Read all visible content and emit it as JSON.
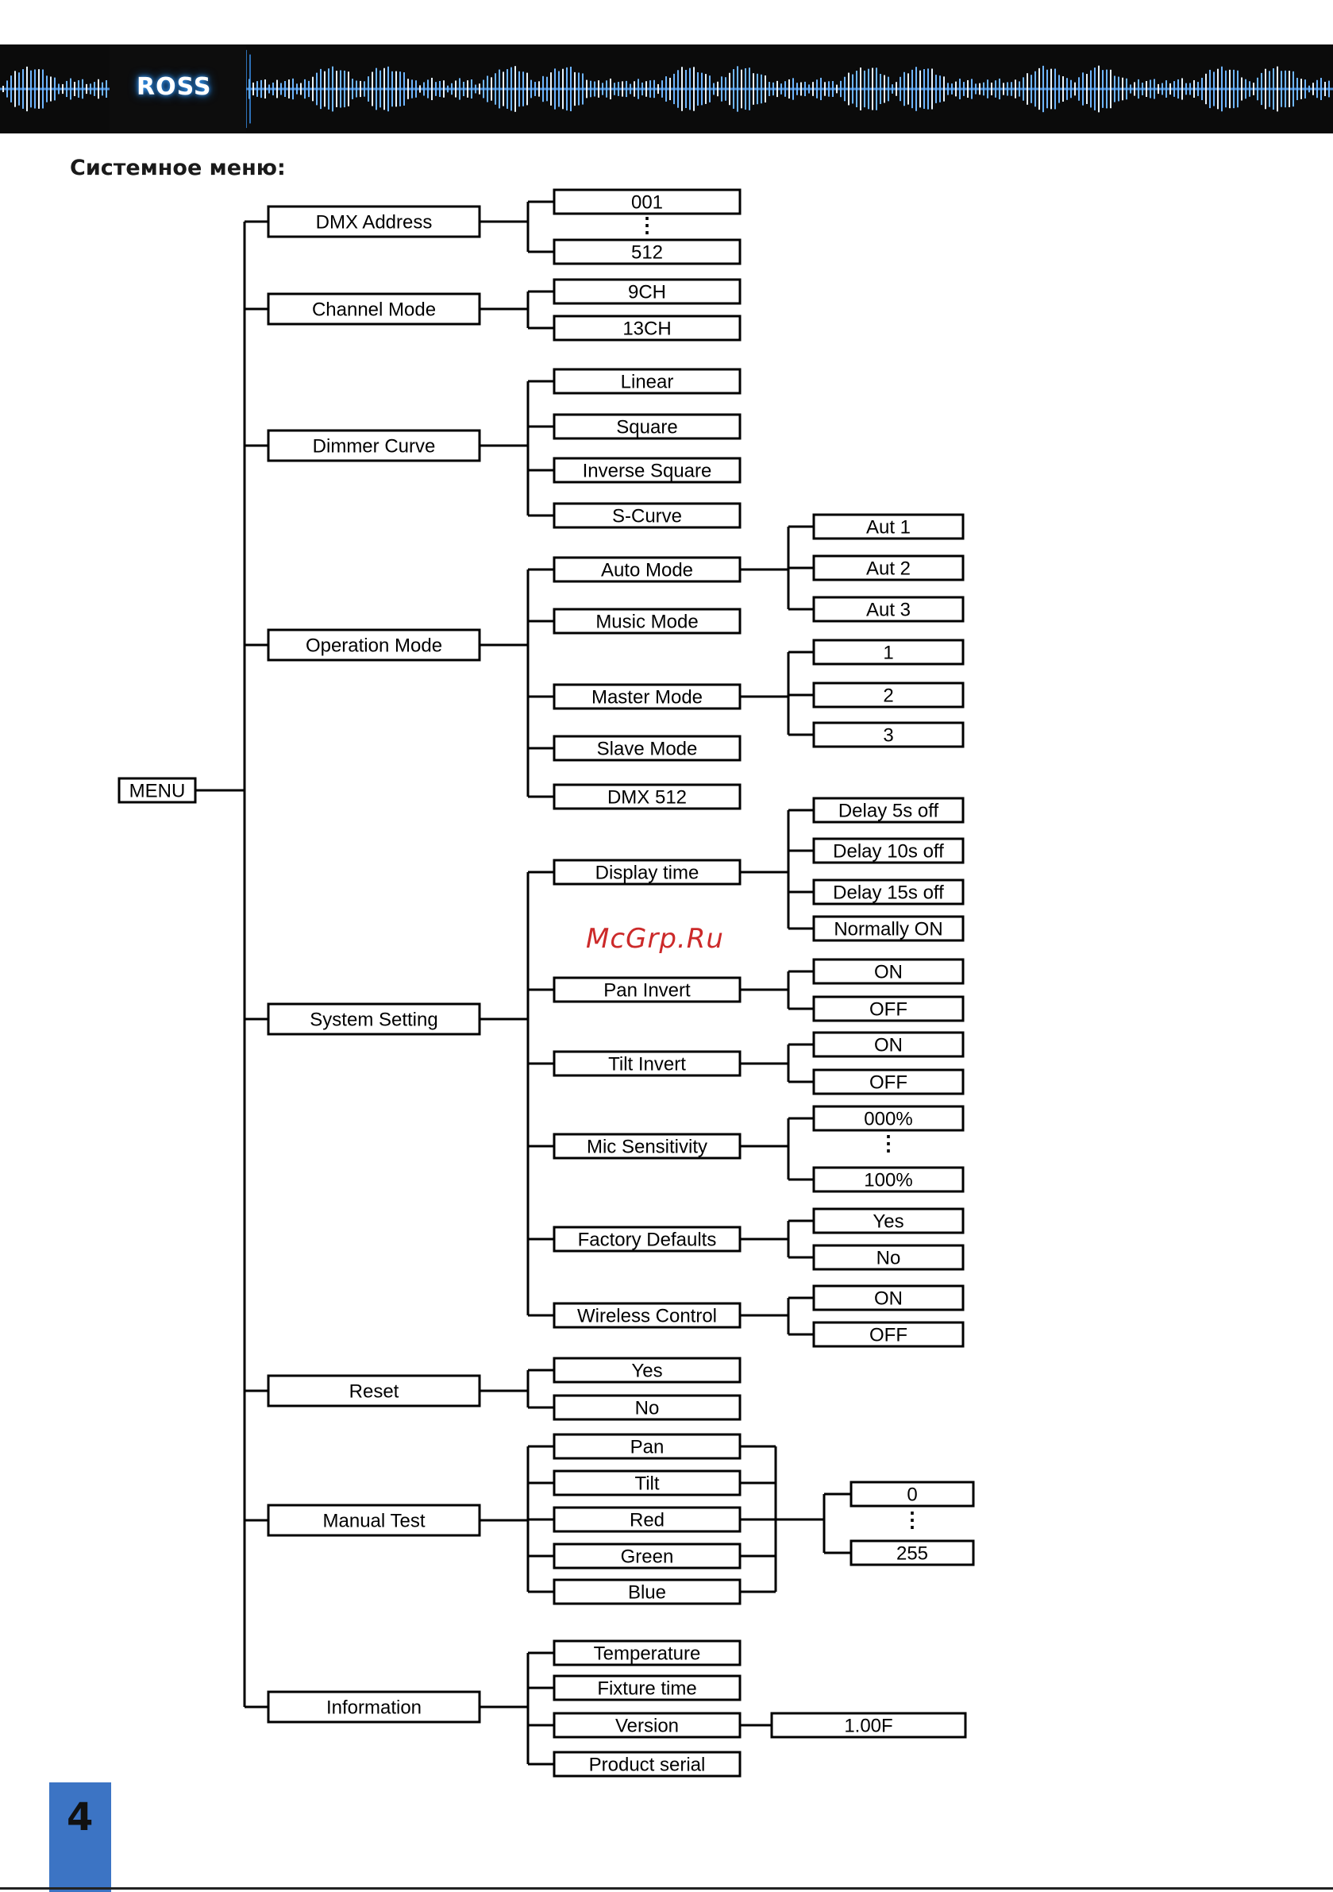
{
  "brand": {
    "logo_text": "ROSS"
  },
  "heading": "Системное меню:",
  "watermark": "McGrp.Ru",
  "page_number": "4",
  "menu_tree": {
    "root": "MENU",
    "dmx_address": {
      "label": "DMX Address",
      "min": "001",
      "ellipsis": "⋮",
      "max": "512"
    },
    "channel_mode": {
      "label": "Channel Mode",
      "options": [
        "9CH",
        "13CH"
      ]
    },
    "dimmer_curve": {
      "label": "Dimmer Curve",
      "options": [
        "Linear",
        "Square",
        "Inverse Square",
        "S-Curve"
      ]
    },
    "operation_mode": {
      "label": "Operation Mode",
      "auto": {
        "label": "Auto Mode",
        "options": [
          "Aut 1",
          "Aut 2",
          "Aut 3"
        ]
      },
      "music": "Music Mode",
      "master": {
        "label": "Master Mode",
        "options": [
          "1",
          "2",
          "3"
        ]
      },
      "slave": "Slave Mode",
      "dmx512": "DMX 512"
    },
    "system_setting": {
      "label": "System Setting",
      "display_time": {
        "label": "Display time",
        "options": [
          "Delay 5s off",
          "Delay 10s off",
          "Delay 15s off",
          "Normally ON"
        ]
      },
      "pan_invert": {
        "label": "Pan Invert",
        "options": [
          "ON",
          "OFF"
        ]
      },
      "tilt_invert": {
        "label": "Tilt Invert",
        "options": [
          "ON",
          "OFF"
        ]
      },
      "mic_sensitivity": {
        "label": "Mic Sensitivity",
        "min": "000%",
        "ellipsis": "⋮",
        "max": "100%"
      },
      "factory_defaults": {
        "label": "Factory Defaults",
        "options": [
          "Yes",
          "No"
        ]
      },
      "wireless_control": {
        "label": "Wireless Control",
        "options": [
          "ON",
          "OFF"
        ]
      }
    },
    "reset": {
      "label": "Reset",
      "options": [
        "Yes",
        "No"
      ]
    },
    "manual_test": {
      "label": "Manual Test",
      "channels": [
        "Pan",
        "Tilt",
        "Red",
        "Green",
        "Blue"
      ],
      "min": "0",
      "ellipsis": "⋮",
      "max": "255"
    },
    "information": {
      "label": "Information",
      "items": [
        "Temperature",
        "Fixture time",
        "Version",
        "Product serial"
      ],
      "version_value": "1.00F"
    }
  }
}
